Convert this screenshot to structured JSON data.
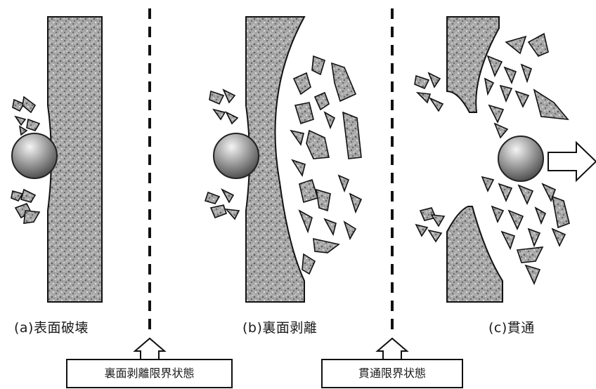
{
  "captions": {
    "a": "(a)表面破壊",
    "b": "(b)裏面剥離",
    "c": "(c)貫通"
  },
  "thresholds": {
    "left": "裏面剥離限界状態",
    "right": "貫通限界状態"
  },
  "colors": {
    "fragment_fill": "#9a9a9a",
    "projectile_light": "#f4f4f4",
    "projectile_dark": "#3a3a3a",
    "line": "#111111"
  }
}
